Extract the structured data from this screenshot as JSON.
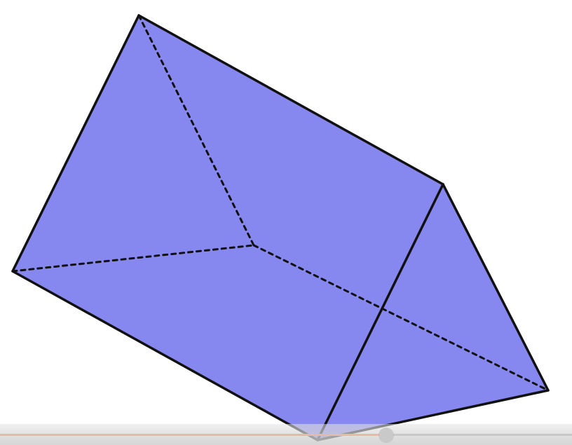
{
  "figure": {
    "shape": "triangular-prism",
    "fill_color": "#8787f0",
    "edge_color": "#111111",
    "hidden_edge_style": "dashed"
  },
  "video_player": {
    "progress_fraction": 0.675,
    "progress_color": "#e8b9a8"
  }
}
